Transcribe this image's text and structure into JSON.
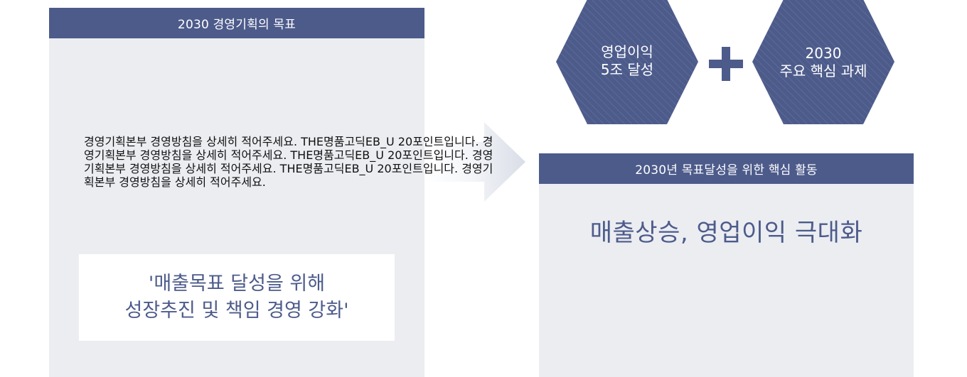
{
  "colors": {
    "accent": "#4d5b8b",
    "panel_bg": "#ebedf1",
    "text": "#111111"
  },
  "left_panel": {
    "header": "2030 경영기획의 목표",
    "body_lines": [
      "경영기획본부 경영방침을 상세히 적어주세요. THE명품고딕EB_U 20포인트입니다. 경",
      "영기획본부 경영방침을 상세히 적어주세요. THE명품고딕EB_U 20포인트입니다. 경영",
      "기획본부 경영방침을 상세히 적어주세요. THE명품고딕EB_U 20포인트입니다. 경영기",
      "획본부 경영방침을 상세히 적어주세요."
    ],
    "quote_lines": [
      "'매출목표 달성을 위해",
      "성장추진 및 책임 경영 강화'"
    ]
  },
  "arrow": {
    "icon": "right-arrow-icon"
  },
  "goals": {
    "hex1_lines": [
      "영업이익",
      "5조 달성"
    ],
    "plus_icon": "plus-icon",
    "hex2_lines": [
      "2030",
      "주요 핵심 과제"
    ]
  },
  "right_panel": {
    "header": "2030년 목표달성을 위한 핵심 활동",
    "headline": "매출상승, 영업이익 극대화"
  }
}
